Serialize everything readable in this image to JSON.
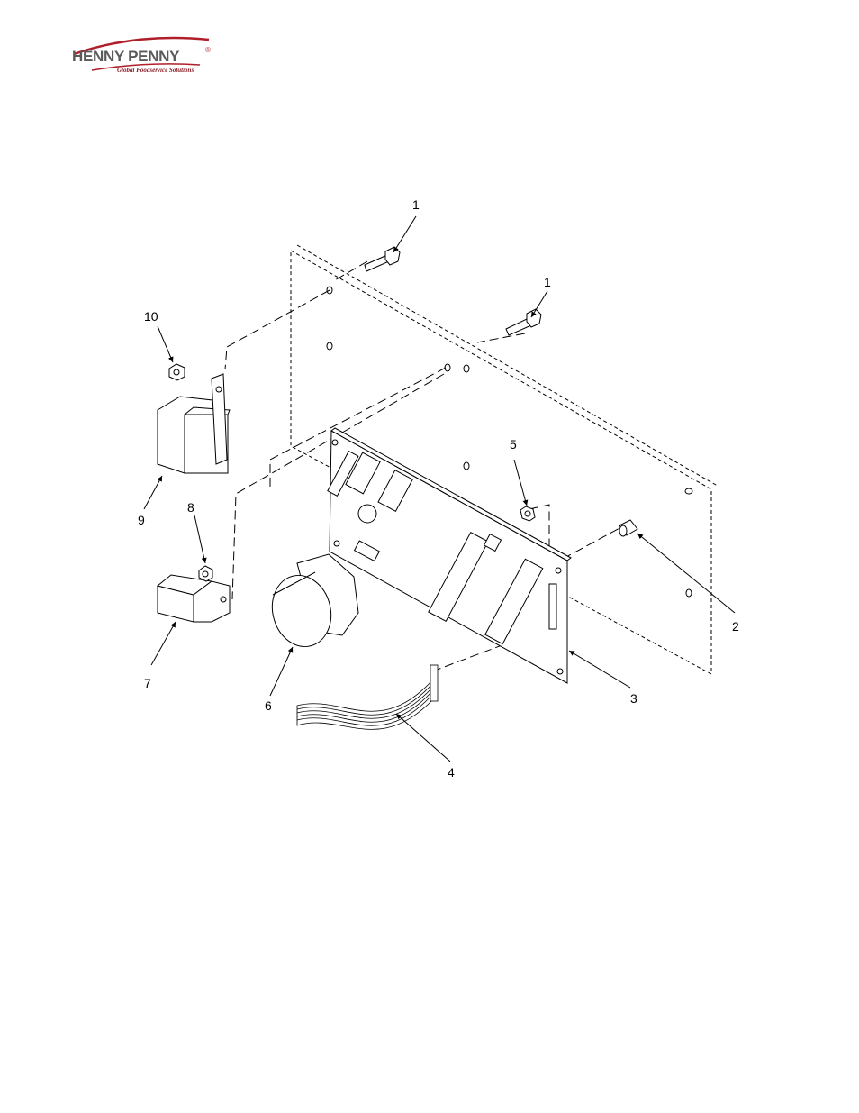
{
  "header": {
    "logo": {
      "brand": "HENNY PENNY",
      "registered": "®",
      "tagline": "Global Foodservice Solutions",
      "brand_color": "#b01e2a"
    }
  },
  "diagram": {
    "callouts": [
      {
        "id": "c1a",
        "label": "1"
      },
      {
        "id": "c1b",
        "label": "1"
      },
      {
        "id": "c2",
        "label": "2"
      },
      {
        "id": "c3",
        "label": "3"
      },
      {
        "id": "c4",
        "label": "4"
      },
      {
        "id": "c5",
        "label": "5"
      },
      {
        "id": "c6",
        "label": "6"
      },
      {
        "id": "c7",
        "label": "7"
      },
      {
        "id": "c8",
        "label": "8"
      },
      {
        "id": "c9",
        "label": "9"
      },
      {
        "id": "c10",
        "label": "10"
      }
    ]
  }
}
